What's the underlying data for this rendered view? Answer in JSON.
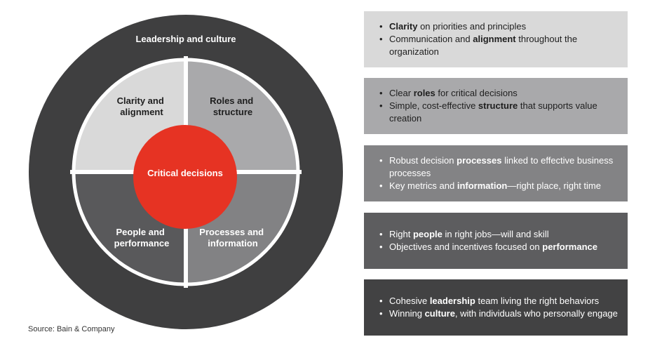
{
  "diagram": {
    "outer_ring": "Leadership and culture",
    "center": "Critical decisions",
    "quadrants": {
      "top_left": [
        "Clarity and",
        "alignment"
      ],
      "top_right": [
        "Roles and",
        "structure"
      ],
      "bottom_left": [
        "People and",
        "performance"
      ],
      "bottom_right": [
        "Processes and",
        "information"
      ]
    }
  },
  "panels": [
    {
      "lines": [
        {
          "parts": [
            {
              "t": "Clarity",
              "b": true
            },
            {
              "t": " on priorities and principles",
              "b": false
            }
          ]
        },
        {
          "parts": [
            {
              "t": "Communication and ",
              "b": false
            },
            {
              "t": "alignment",
              "b": true
            },
            {
              "t": " throughout the organization",
              "b": false
            }
          ]
        }
      ]
    },
    {
      "lines": [
        {
          "parts": [
            {
              "t": "Clear ",
              "b": false
            },
            {
              "t": "roles",
              "b": true
            },
            {
              "t": " for critical decisions",
              "b": false
            }
          ]
        },
        {
          "parts": [
            {
              "t": "Simple, cost-effective ",
              "b": false
            },
            {
              "t": "structure",
              "b": true
            },
            {
              "t": " that supports value creation",
              "b": false
            }
          ]
        }
      ]
    },
    {
      "lines": [
        {
          "parts": [
            {
              "t": "Robust decision ",
              "b": false
            },
            {
              "t": "processes",
              "b": true
            },
            {
              "t": " linked to effective business processes",
              "b": false
            }
          ]
        },
        {
          "parts": [
            {
              "t": "Key metrics and ",
              "b": false
            },
            {
              "t": "information",
              "b": true
            },
            {
              "t": "—right place, right time",
              "b": false
            }
          ]
        }
      ]
    },
    {
      "lines": [
        {
          "parts": [
            {
              "t": "Right ",
              "b": false
            },
            {
              "t": "people",
              "b": true
            },
            {
              "t": " in right jobs—will and skill",
              "b": false
            }
          ]
        },
        {
          "parts": [
            {
              "t": "Objectives and incentives focused on ",
              "b": false
            },
            {
              "t": "performance",
              "b": true
            }
          ]
        }
      ]
    },
    {
      "lines": [
        {
          "parts": [
            {
              "t": "Cohesive ",
              "b": false
            },
            {
              "t": "leadership",
              "b": true
            },
            {
              "t": " team living the right behaviors",
              "b": false
            }
          ]
        },
        {
          "parts": [
            {
              "t": "Winning ",
              "b": false
            },
            {
              "t": "culture",
              "b": true
            },
            {
              "t": ", with individuals who personally engage",
              "b": false
            }
          ]
        }
      ]
    }
  ],
  "source": "Source: Bain & Company",
  "colors": {
    "outer_ring": "#3f3f40",
    "top_left": "#d9d9d9",
    "top_right": "#a9a9ab",
    "bottom_left": "#59595b",
    "bottom_right": "#828284",
    "center": "#e63323"
  }
}
